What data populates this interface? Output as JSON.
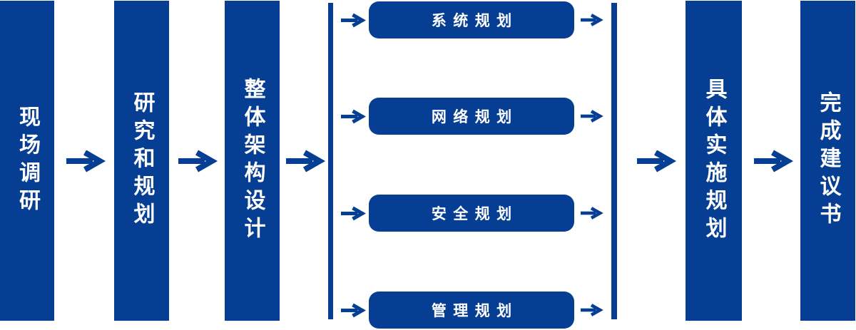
{
  "colors": {
    "primary": "#053E92",
    "canvas_background": "#FFFFFF",
    "label_text": "#FFFFFF"
  },
  "flowchart": {
    "stages": [
      {
        "label": "现场调研"
      },
      {
        "label": "研究和规划"
      },
      {
        "label": "整体架构设计"
      },
      {
        "label": "具体实施规划"
      },
      {
        "label": "完成建议书"
      }
    ],
    "parallel_plans": [
      {
        "label": "系统规划"
      },
      {
        "label": "网络规划"
      },
      {
        "label": "安全规划"
      },
      {
        "label": "管理规划"
      }
    ]
  }
}
